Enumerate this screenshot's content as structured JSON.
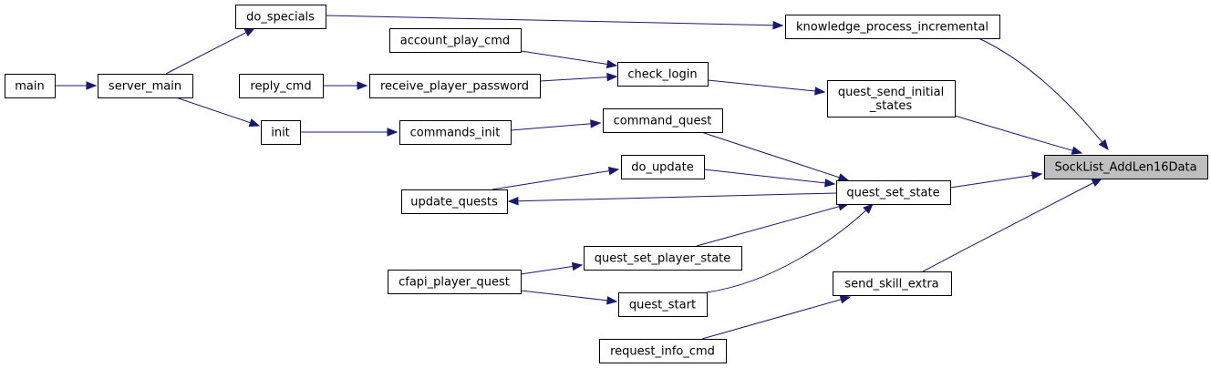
{
  "graph": {
    "type": "call-graph",
    "nodes": {
      "main": {
        "lines": [
          "main"
        ]
      },
      "server_main": {
        "lines": [
          "server_main"
        ]
      },
      "do_specials": {
        "lines": [
          "do_specials"
        ]
      },
      "init": {
        "lines": [
          "init"
        ]
      },
      "account_play_cmd": {
        "lines": [
          "account_play_cmd"
        ]
      },
      "reply_cmd": {
        "lines": [
          "reply_cmd"
        ]
      },
      "receive_player_password": {
        "lines": [
          "receive_player_password"
        ]
      },
      "commands_init": {
        "lines": [
          "commands_init"
        ]
      },
      "update_quests": {
        "lines": [
          "update_quests"
        ]
      },
      "cfapi_player_quest": {
        "lines": [
          "cfapi_player_quest"
        ]
      },
      "request_info_cmd": {
        "lines": [
          "request_info_cmd"
        ]
      },
      "check_login": {
        "lines": [
          "check_login"
        ]
      },
      "command_quest": {
        "lines": [
          "command_quest"
        ]
      },
      "do_update": {
        "lines": [
          "do_update"
        ]
      },
      "quest_set_player_state": {
        "lines": [
          "quest_set_player_state"
        ]
      },
      "quest_start": {
        "lines": [
          "quest_start"
        ]
      },
      "knowledge_process_incremental": {
        "lines": [
          "knowledge_process_incremental"
        ]
      },
      "quest_send_initial_states": {
        "lines": [
          "quest_send_initial",
          "_states"
        ]
      },
      "quest_set_state": {
        "lines": [
          "quest_set_state"
        ]
      },
      "send_skill_extra": {
        "lines": [
          "send_skill_extra"
        ]
      },
      "SockList_AddLen16Data": {
        "lines": [
          "SockList_AddLen16Data"
        ],
        "highlighted": true
      }
    },
    "edges": [
      {
        "from": "knowledge_process_incremental",
        "to": "SockList_AddLen16Data"
      },
      {
        "from": "quest_send_initial_states",
        "to": "SockList_AddLen16Data"
      },
      {
        "from": "quest_set_state",
        "to": "SockList_AddLen16Data"
      },
      {
        "from": "send_skill_extra",
        "to": "SockList_AddLen16Data"
      },
      {
        "from": "do_specials",
        "to": "knowledge_process_incremental"
      },
      {
        "from": "server_main",
        "to": "do_specials"
      },
      {
        "from": "main",
        "to": "server_main"
      },
      {
        "from": "check_login",
        "to": "quest_send_initial_states"
      },
      {
        "from": "account_play_cmd",
        "to": "check_login"
      },
      {
        "from": "receive_player_password",
        "to": "check_login"
      },
      {
        "from": "reply_cmd",
        "to": "receive_player_password"
      },
      {
        "from": "command_quest",
        "to": "quest_set_state"
      },
      {
        "from": "commands_init",
        "to": "command_quest"
      },
      {
        "from": "init",
        "to": "commands_init"
      },
      {
        "from": "server_main",
        "to": "init"
      },
      {
        "from": "do_update",
        "to": "quest_set_state"
      },
      {
        "from": "update_quests",
        "to": "do_update"
      },
      {
        "from": "quest_set_state",
        "to": "update_quests"
      },
      {
        "from": "quest_set_player_state",
        "to": "quest_set_state"
      },
      {
        "from": "cfapi_player_quest",
        "to": "quest_set_player_state"
      },
      {
        "from": "quest_start",
        "to": "quest_set_state"
      },
      {
        "from": "cfapi_player_quest",
        "to": "quest_start"
      },
      {
        "from": "request_info_cmd",
        "to": "send_skill_extra"
      }
    ],
    "colors": {
      "edge": "#191970",
      "node_border": "#000000",
      "node_fill": "#ffffff",
      "highlight_fill": "#bfbfbf"
    }
  }
}
